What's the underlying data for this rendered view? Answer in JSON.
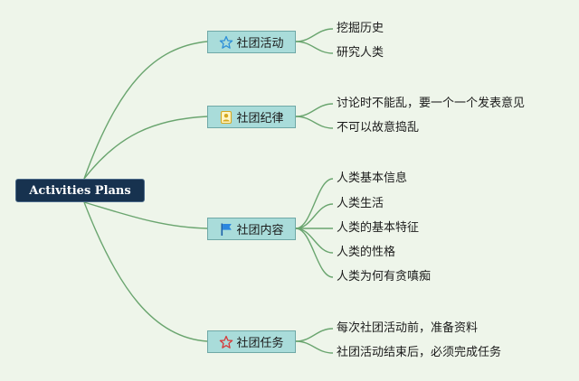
{
  "root": {
    "label": "Activities Plans"
  },
  "branches": [
    {
      "label": "社团活动",
      "icon": "blue-star-outline-icon",
      "leaves": [
        "挖掘历史",
        "研究人类"
      ]
    },
    {
      "label": "社团纪律",
      "icon": "yellow-person-badge-icon",
      "leaves": [
        "讨论时不能乱，要一个一个发表意见",
        "不可以故意捣乱"
      ]
    },
    {
      "label": "社团内容",
      "icon": "blue-flag-icon",
      "leaves": [
        "人类基本信息",
        "人类生活",
        "人类的基本特征",
        "人类的性格",
        "人类为何有贪嗔痴"
      ]
    },
    {
      "label": "社团任务",
      "icon": "red-star-outline-icon",
      "leaves": [
        "每次社团活动前，准备资料",
        "社团活动结束后，必须完成任务"
      ]
    }
  ],
  "colors": {
    "link": "#6aa56f",
    "branch_fill": "#a9dcda",
    "root_fill": "#17324f",
    "background": "#eef5ea"
  }
}
